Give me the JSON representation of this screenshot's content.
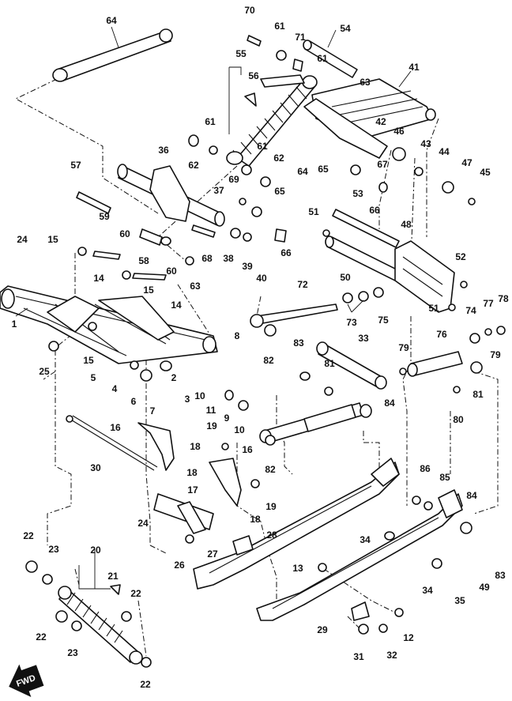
{
  "diagram": {
    "direction_label": "FWD",
    "callouts": [
      "1",
      "2",
      "3",
      "4",
      "5",
      "6",
      "7",
      "8",
      "9",
      "10",
      "11",
      "12",
      "13",
      "14",
      "15",
      "16",
      "17",
      "18",
      "19",
      "20",
      "21",
      "22",
      "23",
      "24",
      "25",
      "26",
      "27",
      "28",
      "29",
      "30",
      "31",
      "32",
      "33",
      "34",
      "35",
      "36",
      "37",
      "38",
      "39",
      "40",
      "41",
      "42",
      "43",
      "44",
      "45",
      "46",
      "47",
      "48",
      "49",
      "50",
      "51",
      "52",
      "53",
      "54",
      "55",
      "56",
      "57",
      "58",
      "59",
      "60",
      "61",
      "62",
      "63",
      "64",
      "65",
      "66",
      "67",
      "68",
      "69",
      "70",
      "71",
      "72",
      "73",
      "74",
      "75",
      "76",
      "77",
      "78",
      "79",
      "80",
      "81",
      "82",
      "83",
      "84",
      "85",
      "86"
    ]
  }
}
